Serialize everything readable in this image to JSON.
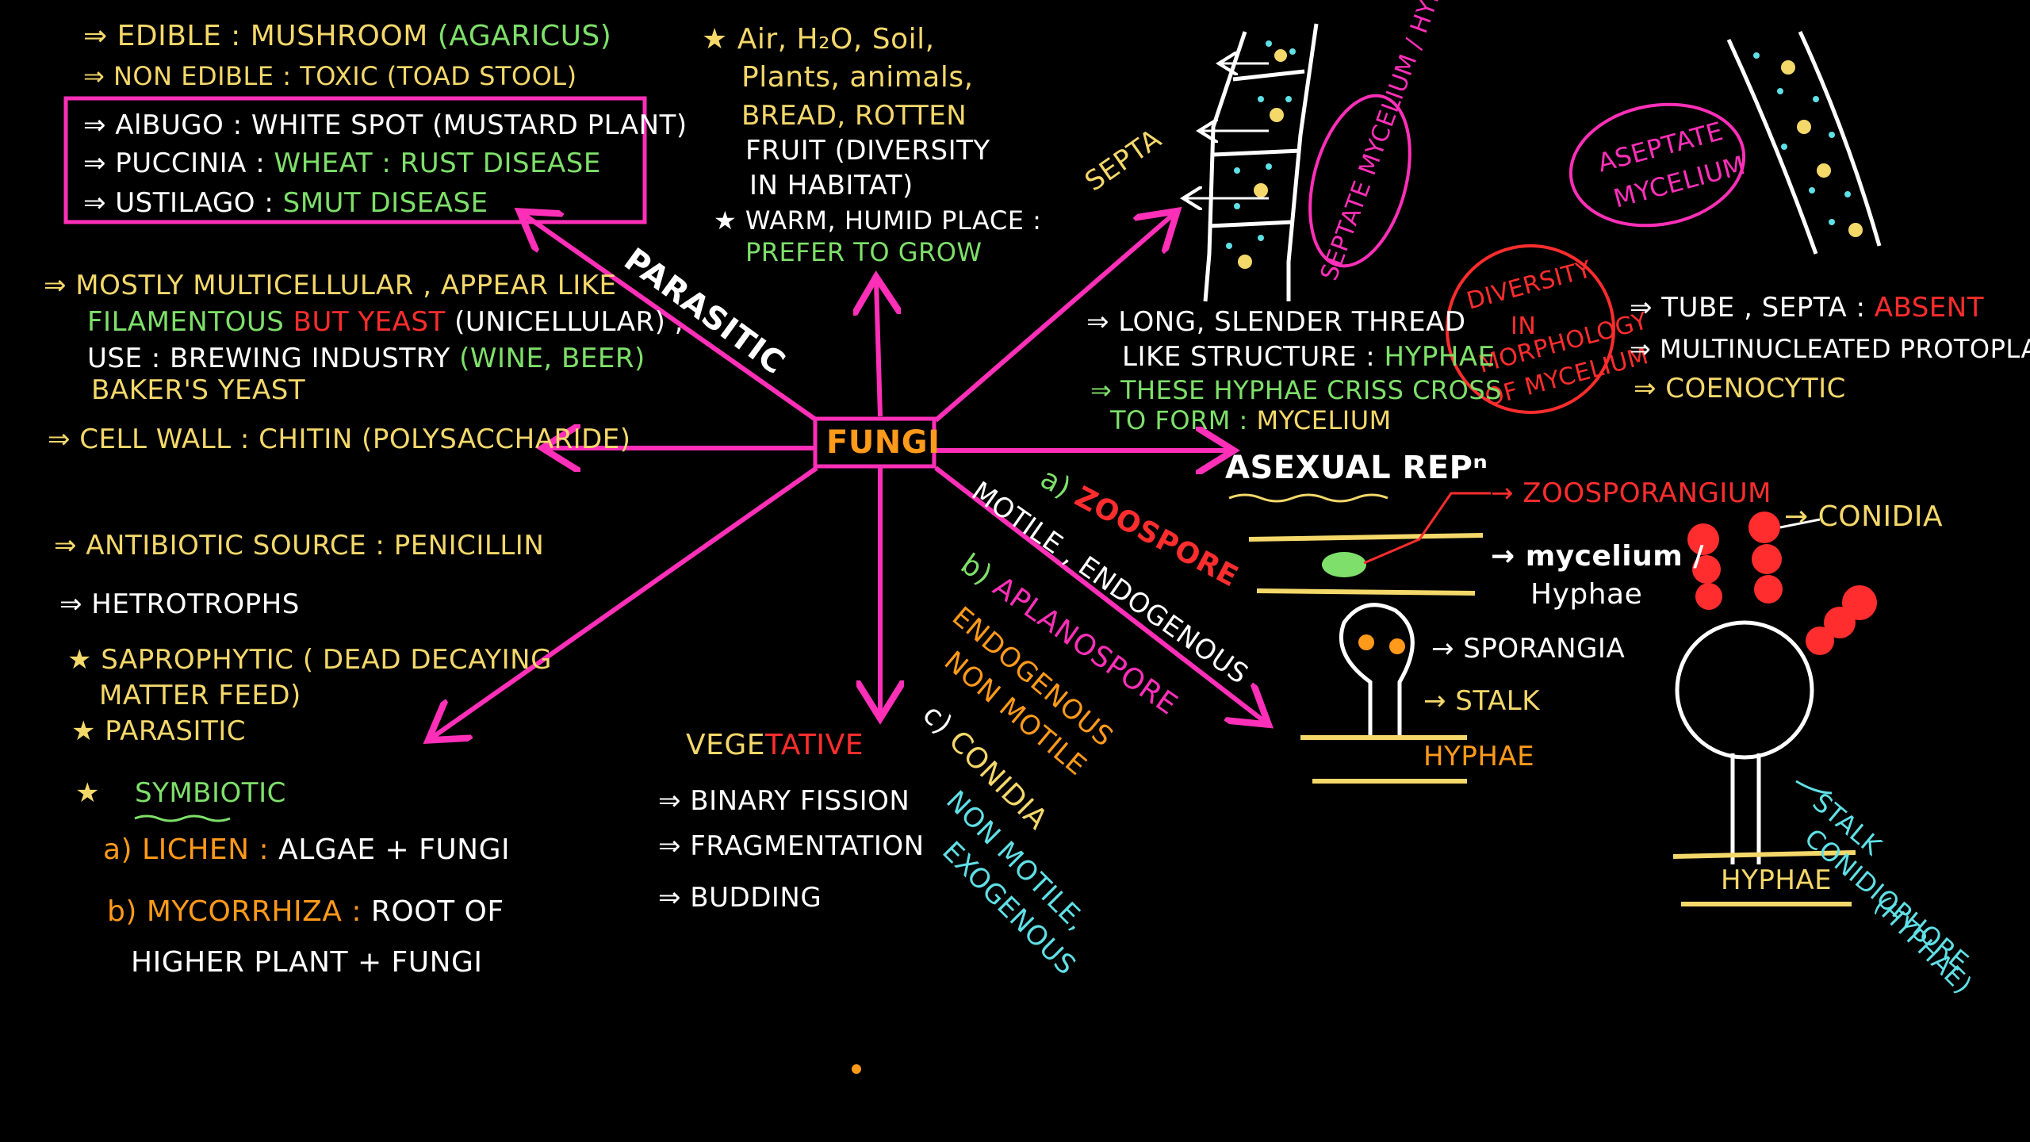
{
  "center": "FUNGI",
  "parasitic_label": "PARASITIC",
  "edible": {
    "l1a": "⇒ EDIBLE : MUSHROOM",
    "l1b": "(AGARICUS)",
    "l2a": "⇒ NON EDIBLE : TOXIC",
    "l2b": "(TOAD STOOL)"
  },
  "box": {
    "r1a": "⇒ AlBUGO : ",
    "r1b": "WHITE SPOT (MUSTARD PLANT)",
    "r2a": "⇒ PUCCINIA : ",
    "r2b": "WHEAT : RUST DISEASE",
    "r3a": "⇒ USTILAGO : ",
    "r3b": "SMUT DISEASE"
  },
  "cell": {
    "l1": "⇒ MOSTLY MULTICELLULAR , APPEAR LIKE",
    "l2a": "FILAMENTOUS ",
    "l2b": "BUT YEAST",
    "l2c": " (UNICELLULAR) ,",
    "l3a": "USE : BREWING INDUSTRY ",
    "l3b": "(WINE, BEER)",
    "l4": "BAKER'S YEAST",
    "wall": "⇒ CELL WALL : CHITIN (POLYSACCHARIDE)"
  },
  "nutrition": {
    "antibiotic": "⇒ ANTIBIOTIC SOURCE : PENICILLIN",
    "hetero": "⇒ HETROTROPHS",
    "sapro1": "★ SAPROPHYTIC ( DEAD DECAYING",
    "sapro2": "MATTER FEED)",
    "parasitic": "★ PARASITIC",
    "symbiotic": "SYMBIOTIC",
    "star": "★",
    "lichen_a": "a) LICHEN : ",
    "lichen_b": "ALGAE + FUNGI",
    "myco_a": "b) MYCORRHIZA : ",
    "myco_b": "ROOT OF",
    "myco_c": "HIGHER PLANT + FUNGI"
  },
  "habitat": {
    "l1": "★ Air, H₂O, Soil,",
    "l2": "Plants, animals,",
    "l3": "BREAD, ROTTEN",
    "l4": "FRUIT (DIVERSITY",
    "l5": "IN HABITAT)",
    "l6": "★ WARM, HUMID PLACE :",
    "l7": "PREFER TO GROW"
  },
  "veg": {
    "title_a": "VEGE",
    "title_b": "TATIVE",
    "i1": "⇒ BINARY FISSION",
    "i2": "⇒ FRAGMENTATION",
    "i3": "⇒ BUDDING"
  },
  "spores": {
    "a_label": "a) ",
    "a_title": "ZOOSPORE",
    "a_desc": "MOTILE , ENDOGENOUS",
    "b_label": "b) ",
    "b_title": "APLANOSPORE",
    "b_desc1": "ENDOGENOUS",
    "b_desc2": "NON MOTILE",
    "c_label": "c) ",
    "c_title": "CONIDIA",
    "c_desc1": "NON MOTILE,",
    "c_desc2": "EXOGENOUS"
  },
  "mycelium": {
    "septa": "SEPTA",
    "septate": "SEPTATE MYCELIUM / HYPHAE",
    "aseptate1": "ASEPTATE",
    "aseptate2": "MYCELIUM",
    "diversity1": "DIVERSITY",
    "diversity2": "IN",
    "diversity3": "MORPHOLOGY",
    "diversity4": "OF MYCELIUM",
    "long1": "⇒ LONG, SLENDER THREAD",
    "long2a": "LIKE STRUCTURE : ",
    "long2b": "HYPHAE",
    "criss1": "⇒ THESE HYPHAE CRISS CROSS",
    "criss2a": "TO FORM : ",
    "criss2b": "MYCELIUM",
    "tube_a": "⇒ TUBE , SEPTA : ",
    "tube_b": "ABSENT",
    "multi": "⇒ MULTINUCLEATED PROTOPLASM",
    "coeno": "⇒ COENOCYTIC"
  },
  "asexual": {
    "title": "ASEXUAL REPⁿ",
    "zoosporangium": "→ ZOOSPORANGIUM",
    "mycelium1": "→ mycelium /",
    "mycelium2": "Hyphae",
    "sporangia": "→ SPORANGIA",
    "stalk": "→ STALK",
    "hyphae1": "HYPHAE",
    "conidia": "→ CONIDIA",
    "stalk2": "STALK",
    "conidiophore1": "CONIDIOPHORE",
    "conidiophore2": "(HYPHAE)",
    "hyphae2": "HYPHAE"
  },
  "colors": {
    "arrow": "#ff2fb8",
    "yellow": "#f4d86a",
    "green": "#7ee06a",
    "red": "#ff2d2d",
    "orange": "#ff9a1a",
    "cyan": "#5fe0e6"
  }
}
